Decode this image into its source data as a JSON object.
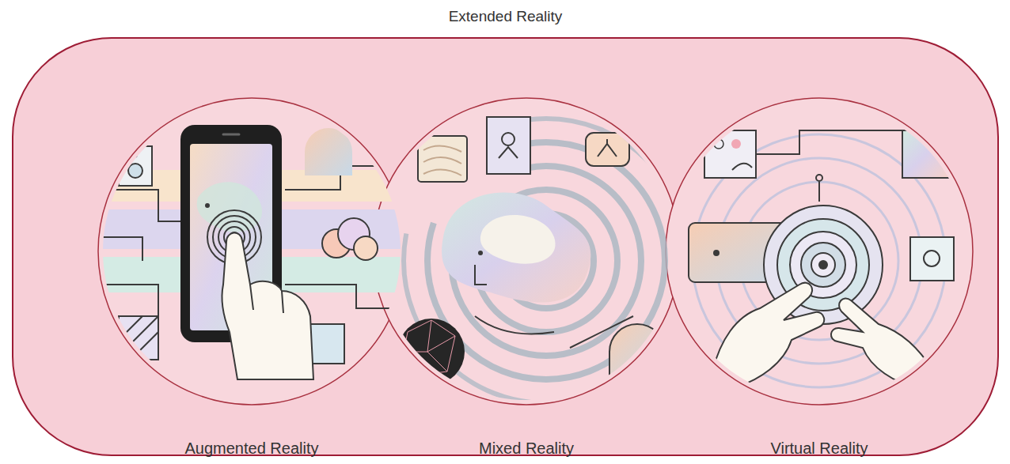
{
  "diagram": {
    "nodes": [
      {
        "text": [
          "Extended Reality"
        ]
      },
      {
        "text": [
          "Augmented Reality"
        ],
        "in": 0
      },
      {
        "text": [
          "Mixed Reality"
        ],
        "in": 0
      },
      {
        "text": [
          "Virtual Reality"
        ],
        "in": 0
      }
    ]
  }
}
